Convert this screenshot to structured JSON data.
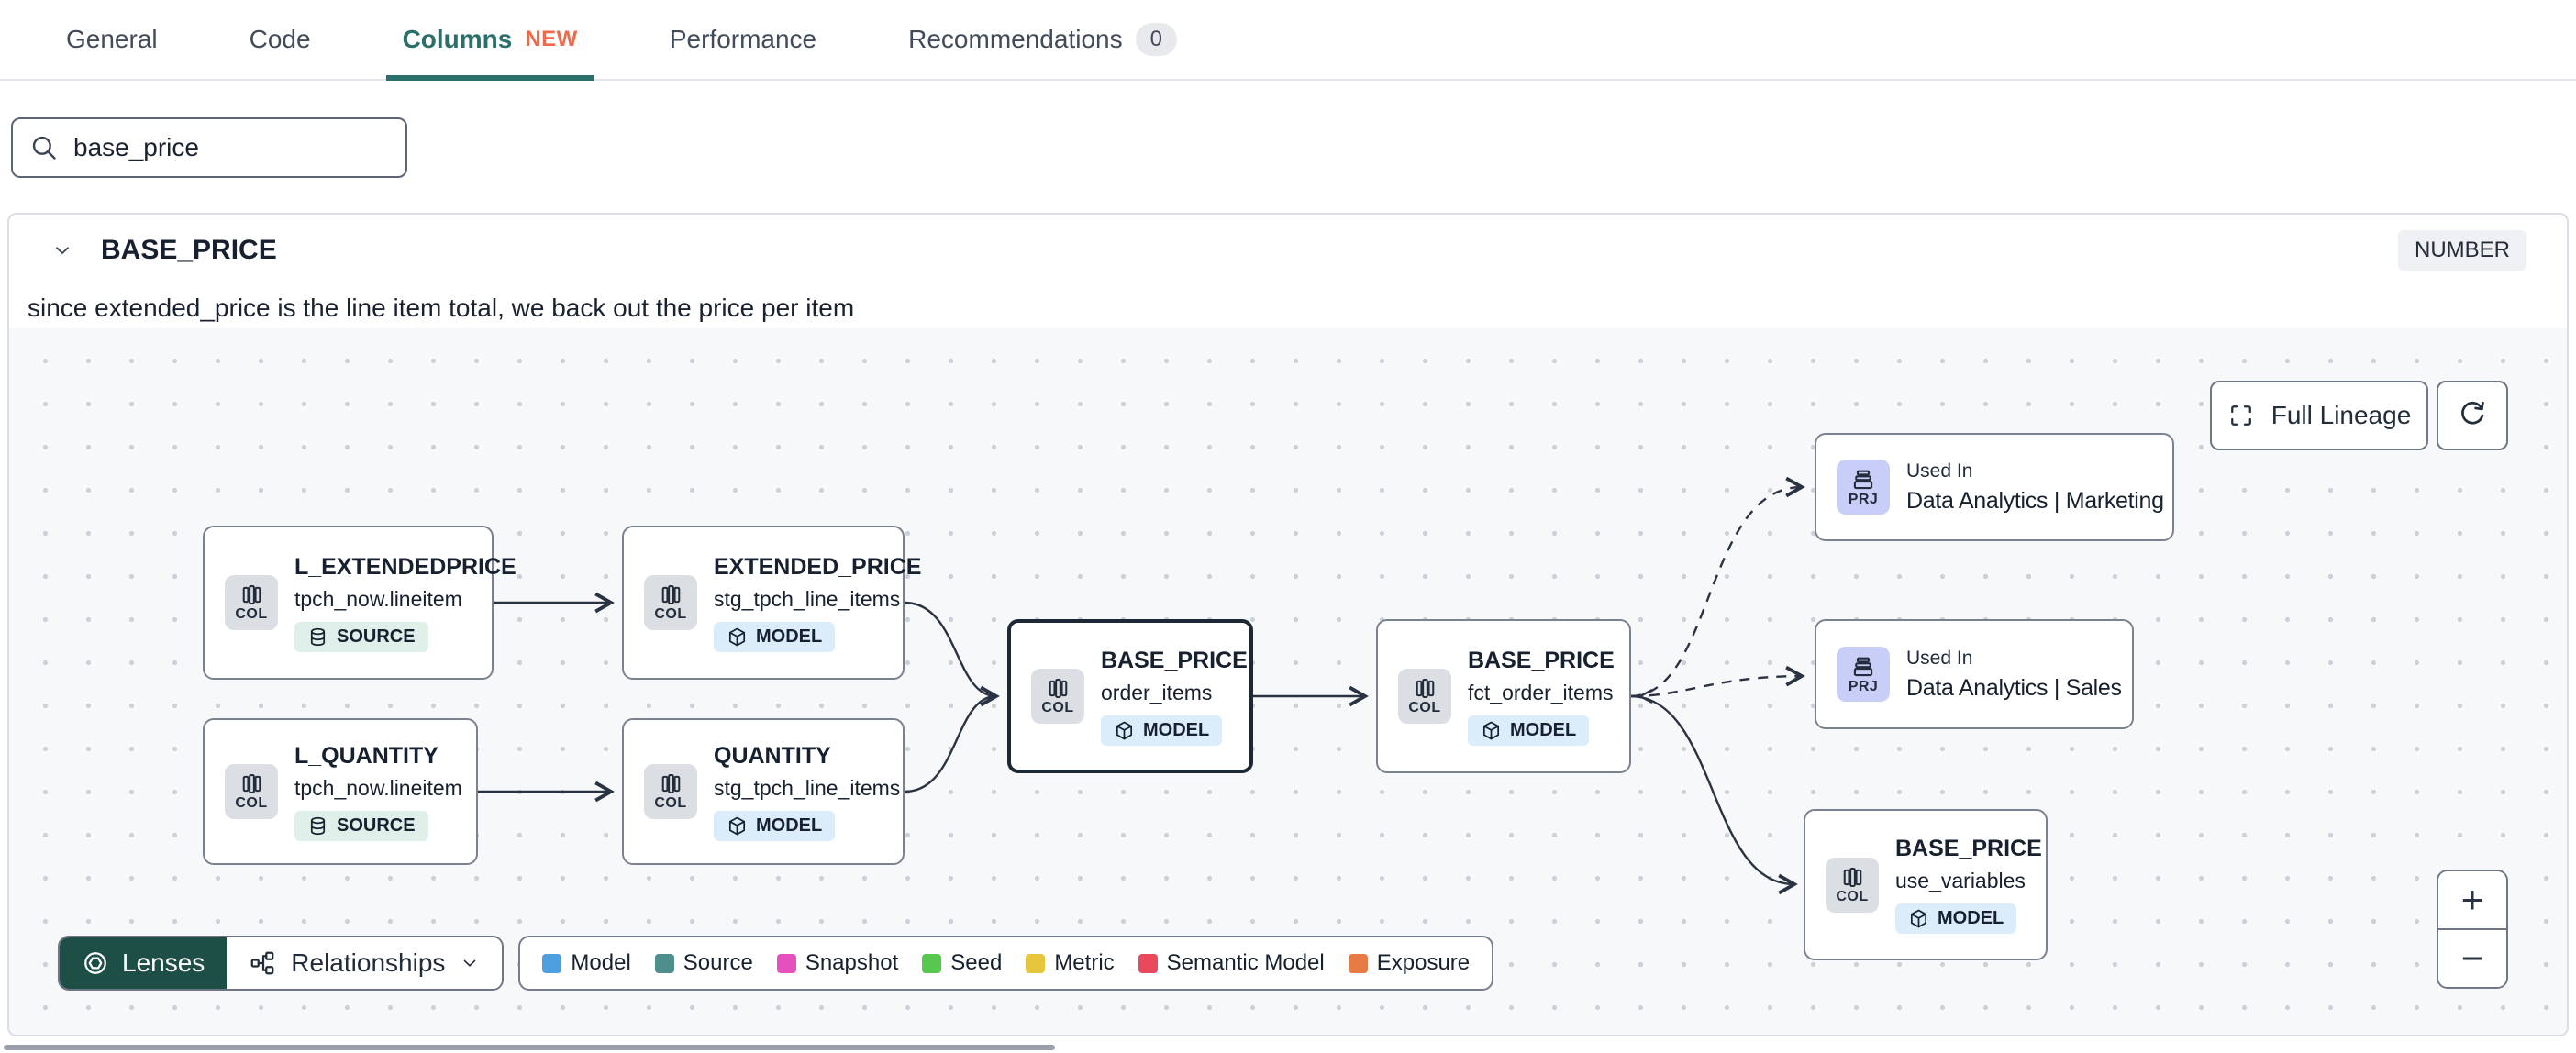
{
  "tabs": {
    "items": [
      {
        "label": "General"
      },
      {
        "label": "Code"
      },
      {
        "label": "Columns",
        "badge": "NEW"
      },
      {
        "label": "Performance"
      },
      {
        "label": "Recommendations",
        "count": "0"
      }
    ]
  },
  "search": {
    "value": "base_price"
  },
  "column": {
    "name": "BASE_PRICE",
    "data_type": "NUMBER",
    "description": "since extended_price is the line item total, we back out the price per item"
  },
  "lineage": {
    "controls": {
      "full_lineage": "Full Lineage",
      "zoom_in": "+",
      "zoom_out": "−"
    },
    "footer": {
      "lenses": "Lenses",
      "relationships": "Relationships"
    },
    "nodes": [
      {
        "kind": "COL",
        "title": "L_EXTENDEDPRICE",
        "subtitle": "tpch_now.lineitem",
        "badge": "SOURCE"
      },
      {
        "kind": "COL",
        "title": "EXTENDED_PRICE",
        "subtitle": "stg_tpch_line_items",
        "badge": "MODEL"
      },
      {
        "kind": "COL",
        "title": "L_QUANTITY",
        "subtitle": "tpch_now.lineitem",
        "badge": "SOURCE"
      },
      {
        "kind": "COL",
        "title": "QUANTITY",
        "subtitle": "stg_tpch_line_items",
        "badge": "MODEL"
      },
      {
        "kind": "COL",
        "title": "BASE_PRICE",
        "subtitle": "order_items",
        "badge": "MODEL"
      },
      {
        "kind": "COL",
        "title": "BASE_PRICE",
        "subtitle": "fct_order_items",
        "badge": "MODEL"
      },
      {
        "kind": "PRJ",
        "title": "Used In",
        "subtitle": "Data Analytics | Marketing"
      },
      {
        "kind": "PRJ",
        "title": "Used In",
        "subtitle": "Data Analytics | Sales"
      },
      {
        "kind": "COL",
        "title": "BASE_PRICE",
        "subtitle": "use_variables",
        "badge": "MODEL"
      }
    ],
    "legend": [
      {
        "label": "Model",
        "color": "#4D9FE0"
      },
      {
        "label": "Source",
        "color": "#4E8F8D"
      },
      {
        "label": "Snapshot",
        "color": "#E550BE"
      },
      {
        "label": "Seed",
        "color": "#57C74F"
      },
      {
        "label": "Metric",
        "color": "#E5C63C"
      },
      {
        "label": "Semantic Model",
        "color": "#E8495D"
      },
      {
        "label": "Exposure",
        "color": "#E87A45"
      }
    ]
  },
  "colors": {
    "accent_teal": "#2B6F6A",
    "new_badge": "#ED6A4C"
  }
}
